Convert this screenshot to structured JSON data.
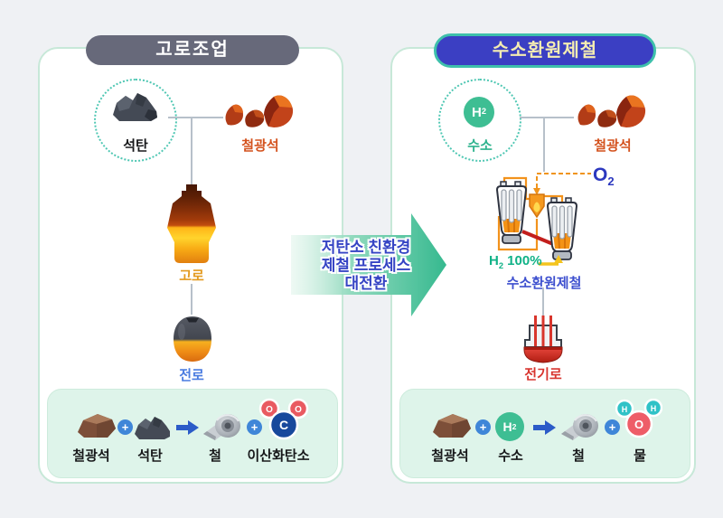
{
  "palette": {
    "background": "#eff1f4",
    "panel_border": "#c7e8d8",
    "mint_box": "#def4ea",
    "gray_pill": "#67697a",
    "blue_pill": "#3b3fc3",
    "blue_pill_border": "#3ec0ab",
    "blue_pill_text": "#f5edb2",
    "teal_dotted_circle": "#4fc7b3",
    "arrow_green": "#3cbe96",
    "arrow_text_blue": "#3544c4",
    "ore_label_orange": "#d4531f",
    "blast_furnace_label_gold": "#e39b21",
    "converter_label_blue": "#4a7ce0",
    "hydrogen_green": "#2eb38e",
    "o2_blue": "#2c38bf",
    "process_label_blue": "#3e50cf",
    "electric_furnace_red": "#d8352f",
    "plus_blue": "#3f86d8",
    "equation_arrow_blue": "#2b5bc8",
    "carbon_circle": "#17489c",
    "oxygen_circle": "#e95a61",
    "h_atom_circle": "#30c2c7"
  },
  "left": {
    "title": "고로조업",
    "coal_label": "석탄",
    "ore_label": "철광석",
    "furnace_label": "고로",
    "converter_label": "전로",
    "equation": {
      "term1": "철광석",
      "term2": "석탄",
      "term3": "철",
      "term4": "이산화탄소",
      "c_atom": "C",
      "o_atom": "O"
    }
  },
  "right": {
    "title": "수소환원제철",
    "h2_badge": {
      "base": "H",
      "sub": "2"
    },
    "hydrogen_label": "수소",
    "ore_label": "철광석",
    "o2": {
      "base": "O",
      "sub": "2"
    },
    "h2_pct": {
      "base": "H",
      "sub": "2",
      "rest": " 100%"
    },
    "process_label": "수소환원제철",
    "furnace_label": "전기로",
    "equation": {
      "term1": "철광석",
      "term2": "수소",
      "term3": "철",
      "term4": "물",
      "o_atom": "O",
      "h_atom": "H"
    }
  },
  "arrow": {
    "line1": "저탄소 친환경",
    "line2": "제철 프로세스",
    "line3": "대전환"
  },
  "symbols": {
    "plus": "+"
  }
}
